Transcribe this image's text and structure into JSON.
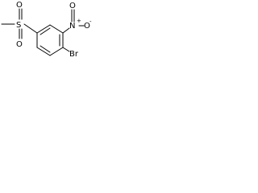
{
  "molecule": {
    "atoms": {
      "sulfur": "S",
      "oxygen_sulfonyl_top": "O",
      "oxygen_sulfonyl_bottom": "O",
      "nitrogen": "N",
      "nitro_oxygen_right": "O",
      "nitro_oxygen_top": "O",
      "bromine": "Br",
      "nitro_charge_plus": "+",
      "nitro_charge_minus": "-"
    }
  }
}
